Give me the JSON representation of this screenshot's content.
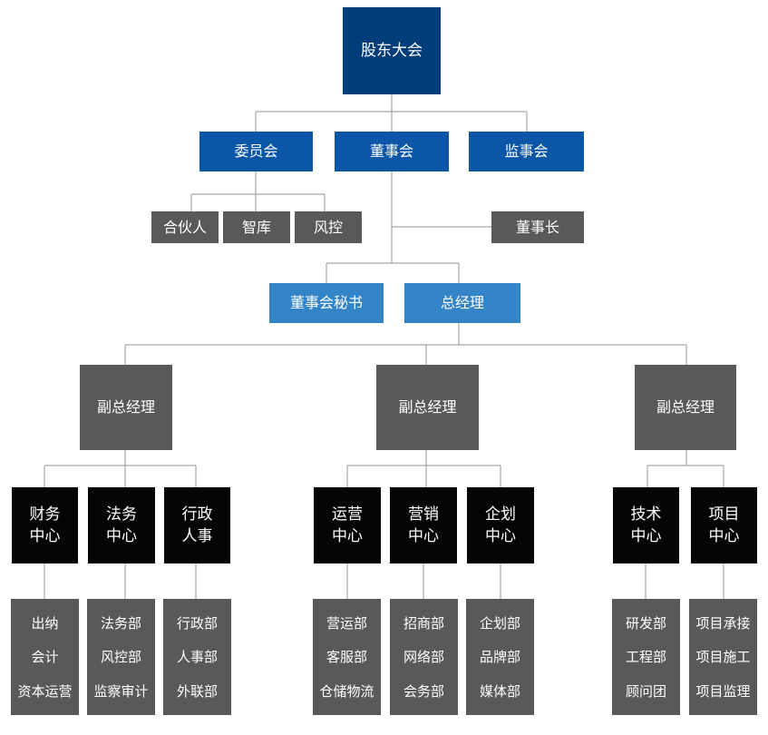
{
  "diagram": {
    "type": "org-chart",
    "colors": {
      "root": "#003d7a",
      "blue": "#0b56a6",
      "light_blue": "#3485c8",
      "gray": "#595959",
      "black": "#050505",
      "line": "#a6a6a6"
    },
    "root": "股东大会",
    "committee": "委员会",
    "board": "董事会",
    "supervisory": "监事会",
    "committee_children": [
      "合伙人",
      "智库",
      "风控"
    ],
    "chairman": "董事长",
    "board_secretary": "董事会秘书",
    "general_manager": "总经理",
    "vice_gm": [
      "副总经理",
      "副总经理",
      "副总经理"
    ],
    "centers": [
      {
        "line1": "财务",
        "line2": "中心",
        "depts": [
          "出纳",
          "会计",
          "资本运营"
        ]
      },
      {
        "line1": "法务",
        "line2": "中心",
        "depts": [
          "法务部",
          "风控部",
          "监察审计"
        ]
      },
      {
        "line1": "行政",
        "line2": "人事",
        "depts": [
          "行政部",
          "人事部",
          "外联部"
        ]
      },
      {
        "line1": "运营",
        "line2": "中心",
        "depts": [
          "营运部",
          "客服部",
          "仓储物流"
        ]
      },
      {
        "line1": "营销",
        "line2": "中心",
        "depts": [
          "招商部",
          "网络部",
          "会务部"
        ]
      },
      {
        "line1": "企划",
        "line2": "中心",
        "depts": [
          "企划部",
          "品牌部",
          "媒体部"
        ]
      },
      {
        "line1": "技术",
        "line2": "中心",
        "depts": [
          "研发部",
          "工程部",
          "顾问团"
        ]
      },
      {
        "line1": "项目",
        "line2": "中心",
        "depts": [
          "项目承接",
          "项目施工",
          "项目监理"
        ]
      }
    ]
  }
}
